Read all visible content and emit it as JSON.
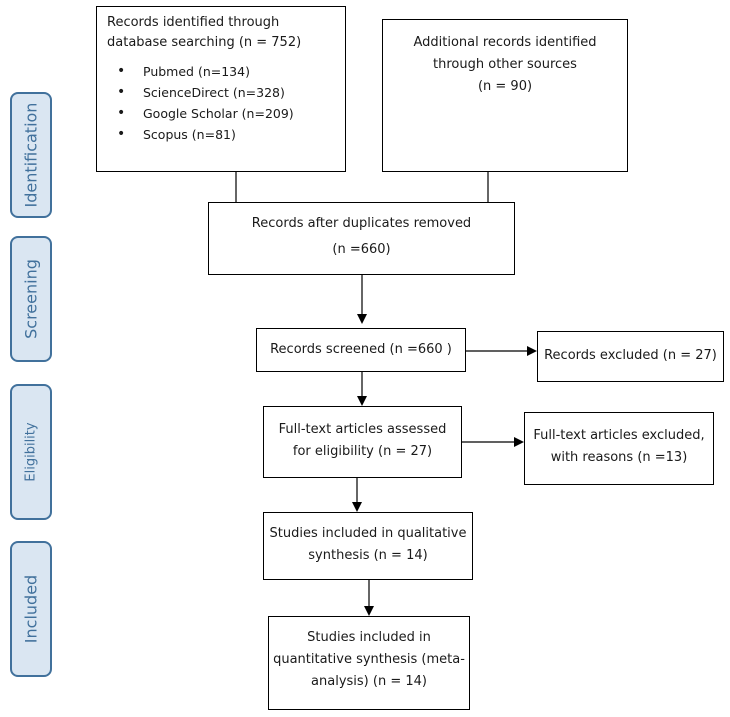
{
  "phases": [
    {
      "id": "identification",
      "label": "Identification"
    },
    {
      "id": "screening",
      "label": "Screening"
    },
    {
      "id": "eligibility",
      "label": "Eligibility"
    },
    {
      "id": "included",
      "label": "Included"
    }
  ],
  "boxes": {
    "database": {
      "title": "Records identified through database searching (n = 752)",
      "sources": [
        {
          "name": "Pubmed",
          "text": "Pubmed (n=134)"
        },
        {
          "name": "ScienceDirect",
          "text": "ScienceDirect (n=328)"
        },
        {
          "name": "Google Scholar",
          "text": "Google Scholar (n=209)"
        },
        {
          "name": "Scopus",
          "text": "Scopus (n=81)"
        }
      ]
    },
    "other_sources": {
      "line1": "Additional records identified",
      "line2": "through other sources",
      "line3": "(n = 90)"
    },
    "duplicates_removed": {
      "line1": "Records after duplicates removed",
      "line2": "(n =660)"
    },
    "screened": {
      "line1": "Records screened (n =660 )"
    },
    "excluded": {
      "line1": "Records excluded (n = 27)"
    },
    "fulltext": {
      "line1": "Full-text articles assessed",
      "line2": "for eligibility (n = 27)"
    },
    "fulltext_excluded": {
      "line1": "Full-text articles excluded,",
      "line2": "with reasons (n =13)"
    },
    "qualitative": {
      "line1": "Studies included in qualitative",
      "line2": "synthesis (n = 14)"
    },
    "quantitative": {
      "line1": "Studies included in",
      "line2": "quantitative synthesis (meta-",
      "line3": "analysis) (n = 14)"
    }
  }
}
